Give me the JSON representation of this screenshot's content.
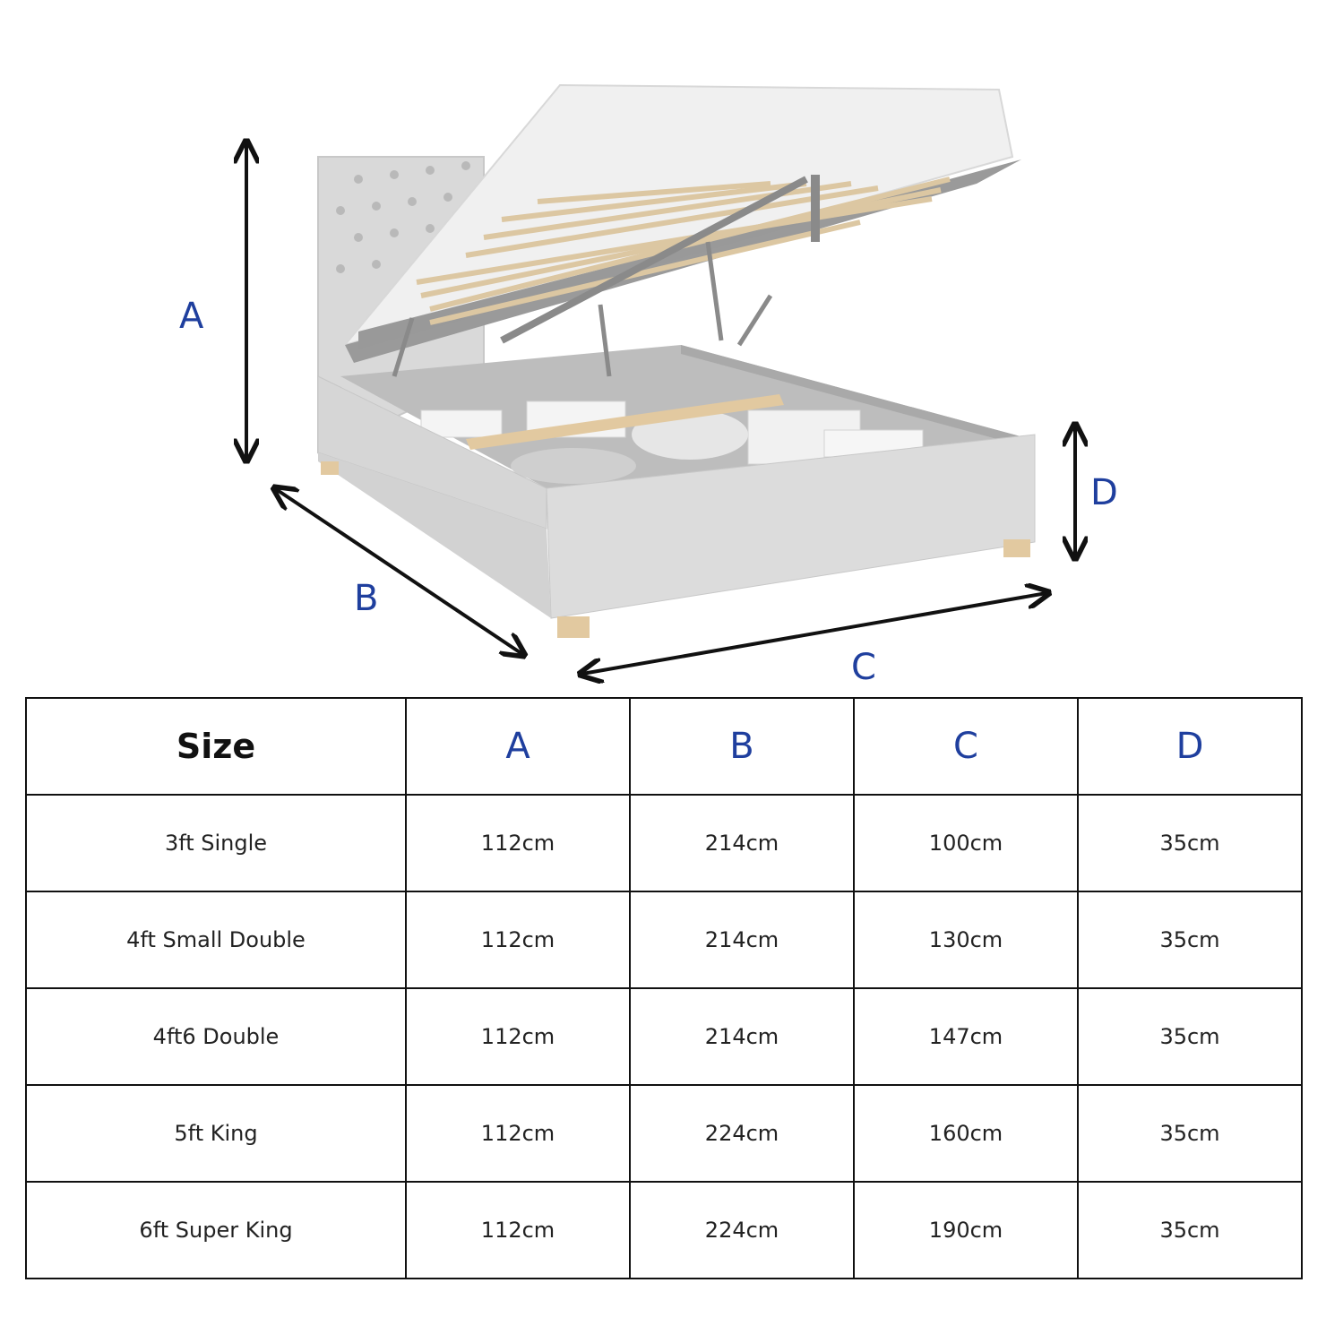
{
  "diagram": {
    "labels": {
      "a": "A",
      "b": "B",
      "c": "C",
      "d": "D"
    },
    "colors": {
      "label": "#1f3f9e",
      "arrow": "#111111",
      "upholstery": "#dcdcdc",
      "slats": "#e8d9bf",
      "legs": "#e2c9a0"
    }
  },
  "table": {
    "headers": [
      "Size",
      "A",
      "B",
      "C",
      "D"
    ],
    "rows": [
      [
        "3ft Single",
        "112cm",
        "214cm",
        "100cm",
        "35cm"
      ],
      [
        "4ft Small Double",
        "112cm",
        "214cm",
        "130cm",
        "35cm"
      ],
      [
        "4ft6 Double",
        "112cm",
        "214cm",
        "147cm",
        "35cm"
      ],
      [
        "5ft King",
        "112cm",
        "224cm",
        "160cm",
        "35cm"
      ],
      [
        "6ft Super King",
        "112cm",
        "224cm",
        "190cm",
        "35cm"
      ]
    ]
  }
}
